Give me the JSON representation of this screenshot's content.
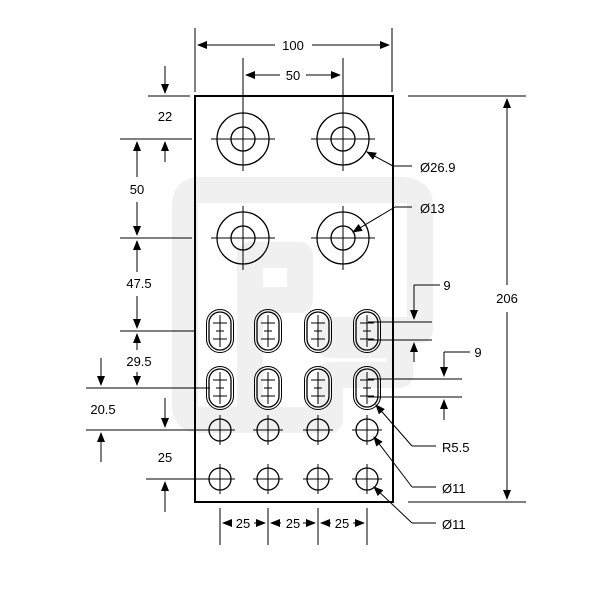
{
  "watermark": {
    "color": "#f1f1f1"
  },
  "colors": {
    "line": "#000000",
    "background": "#ffffff"
  },
  "dimensions": {
    "width_total": "100",
    "top_hole_spacing": "50",
    "top_edge_offset": "22",
    "large_hole_vertical": "50",
    "to_slots": "47.5",
    "slot_rows": "29.5",
    "to_round_holes": "20.5",
    "round_hole_rows": "25",
    "overall_height": "206",
    "large_hole_outer": "26.9",
    "large_hole_inner": "13",
    "slot_length_1": "9",
    "slot_length_2": "9",
    "slot_radius": "R5.5",
    "small_hole_1": "11",
    "small_hole_2": "11",
    "bottom_spacing_1": "25",
    "bottom_spacing_2": "25",
    "bottom_spacing_3": "25"
  },
  "symbols": {
    "diameter": "Ø"
  }
}
